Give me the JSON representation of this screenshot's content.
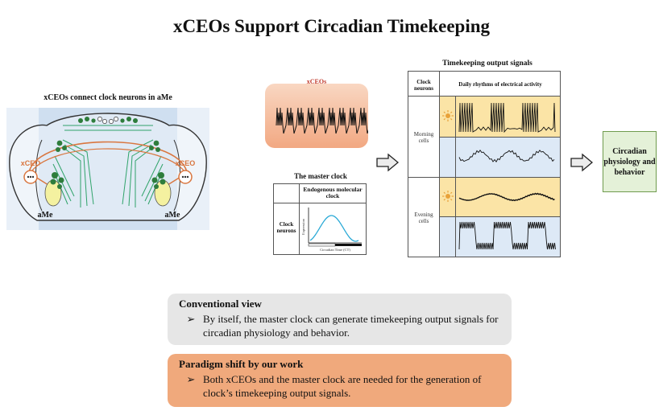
{
  "title": "xCEOs Support Circadian Timekeeping",
  "brain_panel": {
    "title": "xCEOs connect clock neurons in aMe",
    "label_xceo": "xCEO",
    "label_ame": "aMe"
  },
  "xceos_panel": {
    "label": "xCEOs"
  },
  "master_clock": {
    "title": "The master clock",
    "column_header": "Endogenous molecular clock",
    "row_header": "Clock neurons",
    "y_axis_label": "Expression",
    "x_axis_label": "Circadian Time (CT)"
  },
  "output_signals": {
    "title": "Timekeeping output signals",
    "col1_header": "Clock neurons",
    "col2_header": "Daily rhythms of electrical activity",
    "morning_label": "Morning cells",
    "evening_label": "Evening cells"
  },
  "result": {
    "label": "Circadian physiology and behavior"
  },
  "conventional": {
    "heading": "Conventional view",
    "bullet": "➢",
    "text": "By itself, the master clock can generate timekeeping output signals for circadian physiology and behavior."
  },
  "paradigm": {
    "heading": "Paradigm shift by our work",
    "bullet": "➢",
    "text": "Both xCEOs and the master clock are needed for the generation of clock’s timekeeping output signals."
  },
  "colors": {
    "day_band": "#fbe4a6",
    "night_band": "#dde9f6",
    "xceo_orange": "#d9763f",
    "neuron_green": "#2e7d3c",
    "trace_cyan": "#29a9d6",
    "result_fill": "#e4f1d8"
  },
  "icons": {
    "day": "sun-icon",
    "night": "moon-icon",
    "arrow": "right-arrow-icon"
  }
}
